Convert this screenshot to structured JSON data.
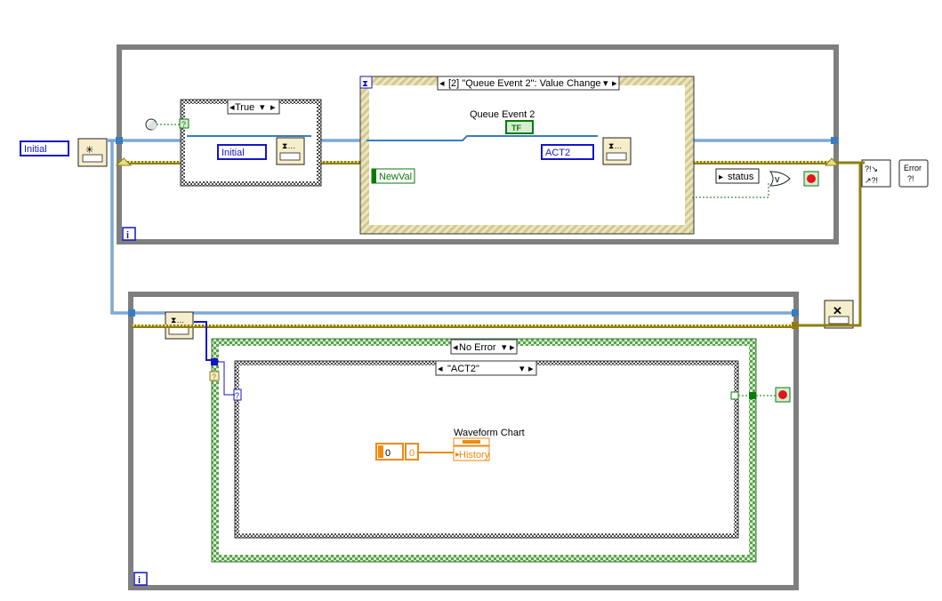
{
  "top_loop": {
    "case_selector": "True",
    "enum_initial_outside": "Initial",
    "enum_initial_inside": "Initial",
    "event_case_selector": "[2] \"Queue Event 2\": Value Change",
    "bool_control_label": "Queue Event 2",
    "bool_terminal_text": "TF",
    "enum_act2": "ACT2",
    "newval_label": "NewVal",
    "unbundle_status": "status",
    "or_symbol": "v",
    "iteration_symbol": "i",
    "case_input_symbol": "?"
  },
  "bottom_loop": {
    "error_case_selector": "No Error",
    "string_case_selector": "\"ACT2\"",
    "chart_label": "Waveform Chart",
    "chart_property": "History",
    "numeric_const": "0",
    "numeric_const2": "0",
    "iteration_symbol": "i",
    "case_input_symbol": "?"
  },
  "error_handler": {
    "error_text_1": "Error",
    "error_text_2": "?!"
  },
  "colors": {
    "structure_gray": "#7f7f7f",
    "wire_blue": "#3b7bbf",
    "wire_error": "#8f7d14",
    "enum_blue": "#1515c8",
    "bool_green": "#0a7a0a",
    "numeric_orange": "#f08a10",
    "stop_red": "#e01818"
  }
}
